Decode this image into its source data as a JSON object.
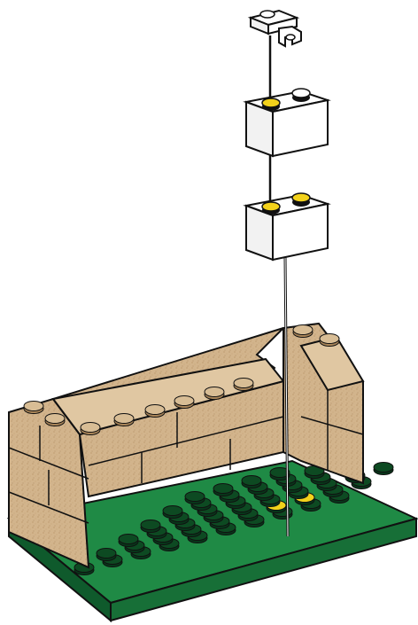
{
  "illustration": {
    "kind": "brick building instruction step",
    "colors": {
      "baseplate_green": "#1f8a45",
      "baseplate_green_dark": "#0f5a2c",
      "stud_green": "#0d4a22",
      "wall_tan": "#d2b48c",
      "wall_tan_dark": "#b38d60",
      "brick_white": "#ffffff",
      "highlight_yellow": "#f3d21b",
      "outline": "#111111"
    },
    "parts": [
      {
        "name": "clip-plate-1x2",
        "color": "white"
      },
      {
        "name": "brick-1x2-a",
        "color": "white"
      },
      {
        "name": "brick-1x2-b",
        "color": "white"
      },
      {
        "name": "tan-wall",
        "color": "tan"
      },
      {
        "name": "green-baseplate",
        "color": "green"
      }
    ]
  }
}
